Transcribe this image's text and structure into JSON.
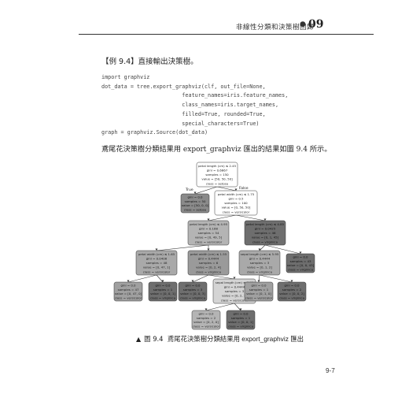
{
  "header": {
    "title": "非線性分類和決策樹回歸",
    "bullet": "●",
    "chapter": "09"
  },
  "example": {
    "bracket_open": "【",
    "label": "例 9.4",
    "bracket_close": "】",
    "text": "直接輸出決策樹。"
  },
  "code": {
    "lines": [
      "import graphviz",
      "dot_data = tree.export_graphviz(clf, out_file=None,",
      "                         feature_names=iris.feature_names,",
      "                         class_names=iris.target_names,",
      "                         filled=True, rounded=True,",
      "                         special_characters=True)",
      "graph = graphviz.Source(dot_data)"
    ]
  },
  "paragraph": {
    "before": "鳶尾花決策樹分類結果用",
    "latin": " export_graphviz ",
    "middle": "匯出的結果如圖",
    "figref": " 9.4 ",
    "after": "所示。"
  },
  "tree": {
    "edge_labels": {
      "true": "True",
      "false": "False"
    },
    "nodes": [
      {
        "id": "n0",
        "color": "#ffffff",
        "lines": [
          "petal length (cm) ≤ 2.45",
          "gini = 0.6667",
          "samples = 150",
          "value = [50, 50, 50]",
          "class = setosa"
        ]
      },
      {
        "id": "n1",
        "color": "#8a8a8a",
        "lines": [
          "gini = 0.0",
          "samples = 50",
          "value = [50, 0, 0]",
          "class = setosa"
        ]
      },
      {
        "id": "n2",
        "color": "#ffffff",
        "lines": [
          "petal width (cm) ≤ 1.75",
          "gini = 0.5",
          "samples = 100",
          "value = [0, 50, 50]",
          "class = versicolor"
        ]
      },
      {
        "id": "n3",
        "color": "#b4b4b4",
        "lines": [
          "petal length (cm) ≤ 4.95",
          "gini = 0.168",
          "samples = 54",
          "value = [0, 49, 5]",
          "class = versicolor"
        ]
      },
      {
        "id": "n4",
        "color": "#6e6e6e",
        "lines": [
          "petal length (cm) ≤ 4.85",
          "gini = 0.0425",
          "samples = 46",
          "value = [0, 1, 45]",
          "class = virginica"
        ]
      },
      {
        "id": "n5",
        "color": "#a9a9a9",
        "lines": [
          "petal width (cm) ≤ 1.65",
          "gini = 0.0408",
          "samples = 48",
          "value = [0, 47, 1]",
          "class = versicolor"
        ]
      },
      {
        "id": "n6",
        "color": "#9a9a9a",
        "lines": [
          "petal width (cm) ≤ 1.55",
          "gini = 0.4444",
          "samples = 6",
          "value = [0, 2, 4]",
          "class = virginica"
        ]
      },
      {
        "id": "n7",
        "color": "#a9a9a9",
        "lines": [
          "sepal length (cm) ≤ 5.95",
          "gini = 0.4444",
          "samples = 3",
          "value = [0, 1, 2]",
          "class = virginica"
        ]
      },
      {
        "id": "n8",
        "color": "#6e6e6e",
        "lines": [
          "gini = 0.0",
          "samples = 43",
          "value = [0, 0, 43]",
          "class = virginica"
        ]
      },
      {
        "id": "n9",
        "color": "#a0a0a0",
        "lines": [
          "gini = 0.0",
          "samples = 47",
          "value = [0, 47, 0]",
          "class = versicolor"
        ]
      },
      {
        "id": "n10",
        "color": "#6e6e6e",
        "lines": [
          "gini = 0.0",
          "samples = 1",
          "value = [0, 0, 1]",
          "class = virginica"
        ]
      },
      {
        "id": "n11",
        "color": "#6e6e6e",
        "lines": [
          "gini = 0.0",
          "samples = 3",
          "value = [0, 0, 3]",
          "class = virginica"
        ]
      },
      {
        "id": "n12",
        "color": "#d4d4d4",
        "lines": [
          "sepal length (cm) ≤ 6.95",
          "gini = 0.4444",
          "samples = 3",
          "value = [0, 2, 1]",
          "class = versicolor"
        ]
      },
      {
        "id": "n13",
        "color": "#a0a0a0",
        "lines": [
          "gini = 0.0",
          "samples = 1",
          "value = [0, 1, 0]",
          "class = versicolor"
        ]
      },
      {
        "id": "n14",
        "color": "#6e6e6e",
        "lines": [
          "gini = 0.0",
          "samples = 2",
          "value = [0, 0, 2]",
          "class = virginica"
        ]
      },
      {
        "id": "n15",
        "color": "#b4b4b4",
        "lines": [
          "gini = 0.0",
          "samples = 2",
          "value = [0, 2, 0]",
          "class = versicolor"
        ]
      },
      {
        "id": "n16",
        "color": "#6e6e6e",
        "lines": [
          "gini = 0.0",
          "samples = 1",
          "value = [0, 0, 1]",
          "class = virginica"
        ]
      }
    ],
    "edges": [
      [
        "n0",
        "n1"
      ],
      [
        "n0",
        "n2"
      ],
      [
        "n2",
        "n3"
      ],
      [
        "n2",
        "n4"
      ],
      [
        "n3",
        "n5"
      ],
      [
        "n3",
        "n6"
      ],
      [
        "n4",
        "n7"
      ],
      [
        "n4",
        "n8"
      ],
      [
        "n5",
        "n9"
      ],
      [
        "n5",
        "n10"
      ],
      [
        "n6",
        "n11"
      ],
      [
        "n6",
        "n12"
      ],
      [
        "n7",
        "n13"
      ],
      [
        "n7",
        "n14"
      ],
      [
        "n12",
        "n15"
      ],
      [
        "n12",
        "n16"
      ]
    ]
  },
  "caption": {
    "marker": "▲",
    "label": "圖 9.4",
    "before": "鳶尾花決策樹分類結果用",
    "latin": " export_graphviz ",
    "after": "匯出"
  },
  "page_number": "9-7"
}
